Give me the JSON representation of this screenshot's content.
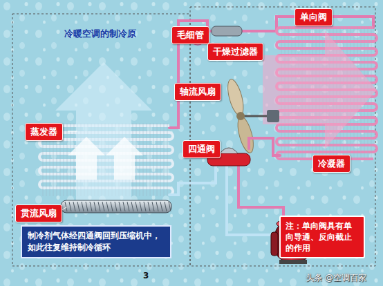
{
  "diagram": {
    "title": "冷暖空调的制冷原",
    "nodes": [
      {
        "text": [
          "毛细管"
        ]
      },
      {
        "text": [
          "单向阀"
        ]
      },
      {
        "text": [
          "干燥过滤器"
        ]
      },
      {
        "text": [
          "轴流风扇"
        ]
      },
      {
        "text": [
          "蒸发器"
        ]
      },
      {
        "text": [
          "四通阀"
        ]
      },
      {
        "text": [
          "冷凝器"
        ]
      },
      {
        "text": [
          "贯流风扇"
        ]
      },
      {
        "text": [
          "制冷剂气体经四通阀回到压缩机中，如此往复维持制冷循环"
        ]
      },
      {
        "text": [
          "注：单向阀具有单向导通、反向截止的作用"
        ]
      }
    ],
    "labels": [
      "3",
      "头条 @空调百家"
    ]
  }
}
